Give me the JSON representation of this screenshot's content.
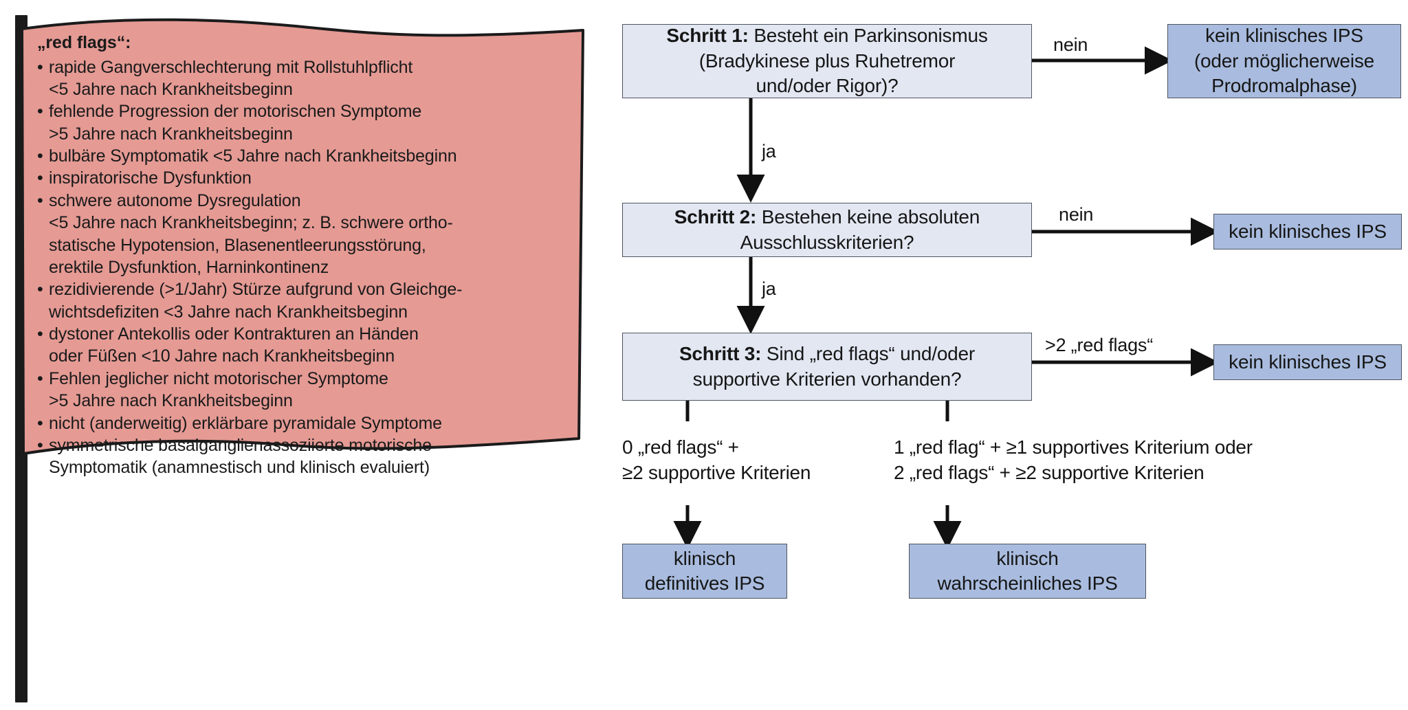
{
  "flag": {
    "title": "„red flags“:",
    "bullet_glyph": "•",
    "fill_color": "#e59a94",
    "stroke_color": "#1b1b1b",
    "pole_color": "#1b1b1b",
    "items": [
      [
        "rapide Gangverschlechterung mit Rollstuhlpflicht",
        "<5 Jahre nach Krankheitsbeginn"
      ],
      [
        "fehlende Progression der motorischen Symptome",
        ">5 Jahre nach Krankheitsbeginn"
      ],
      [
        "bulbäre Symptomatik <5 Jahre nach Krankheitsbeginn"
      ],
      [
        "inspiratorische Dysfunktion"
      ],
      [
        "schwere autonome Dysregulation",
        "<5 Jahre nach Krankheitsbeginn; z. B. schwere ortho-",
        "statische Hypotension, Blasenentleerungsstörung,",
        "erektile Dysfunktion, Harninkontinenz"
      ],
      [
        "rezidivierende (>1/Jahr) Stürze aufgrund von Gleichge-",
        "wichtsdefiziten <3 Jahre nach Krankheitsbeginn"
      ],
      [
        "dystoner Antekollis oder Kontrakturen an Händen",
        "oder Füßen <10 Jahre nach Krankheitsbeginn"
      ],
      [
        "Fehlen jeglicher nicht motorischer Symptome",
        ">5 Jahre nach Krankheitsbeginn"
      ],
      [
        "nicht (anderweitig) erklärbare pyramidale Symptome"
      ],
      [
        "symmetrische basalganglienassoziierte motorische",
        "Symptomatik (anamnestisch und klinisch evaluiert)"
      ]
    ]
  },
  "flowchart": {
    "colors": {
      "step_fill": "#e2e7f2",
      "result_fill": "#a9bcdf",
      "border": "#4e5461",
      "arrow": "#111111"
    },
    "step1": {
      "label_bold": "Schritt 1:",
      "line1_rest": " Besteht ein Parkinsonismus",
      "line2": "(Bradykinese plus Ruhetremor",
      "line3": "und/oder Rigor)?"
    },
    "step2": {
      "label_bold": "Schritt 2:",
      "line1_rest": " Bestehen keine absoluten",
      "line2": "Ausschlusskriterien?"
    },
    "step3": {
      "label_bold": "Schritt 3:",
      "line1_rest": " Sind „red flags“ und/oder",
      "line2": "supportive Kriterien vorhanden?"
    },
    "result1": {
      "line1": "kein klinisches IPS",
      "line2": "(oder möglicherweise",
      "line3": "Prodromalphase)"
    },
    "result2": {
      "line1": "kein klinisches IPS"
    },
    "result3": {
      "line1": "kein klinisches IPS"
    },
    "result_definitive": {
      "line1": "klinisch",
      "line2": "definitives IPS"
    },
    "result_probable": {
      "line1": "klinisch",
      "line2": "wahrscheinliches IPS"
    },
    "edges": {
      "nein1": "nein",
      "nein2": "nein",
      "ja1": "ja",
      "ja2": "ja",
      "redflags_gt2": ">2 „red flags“",
      "left_branch_line1": "0 „red flags“ +",
      "left_branch_line2": "≥2 supportive Kriterien",
      "right_branch_line1": "1 „red flag“ + ≥1 supportives Kriterium oder",
      "right_branch_line2": "2 „red flags“ + ≥2 supportive Kriterien"
    }
  }
}
